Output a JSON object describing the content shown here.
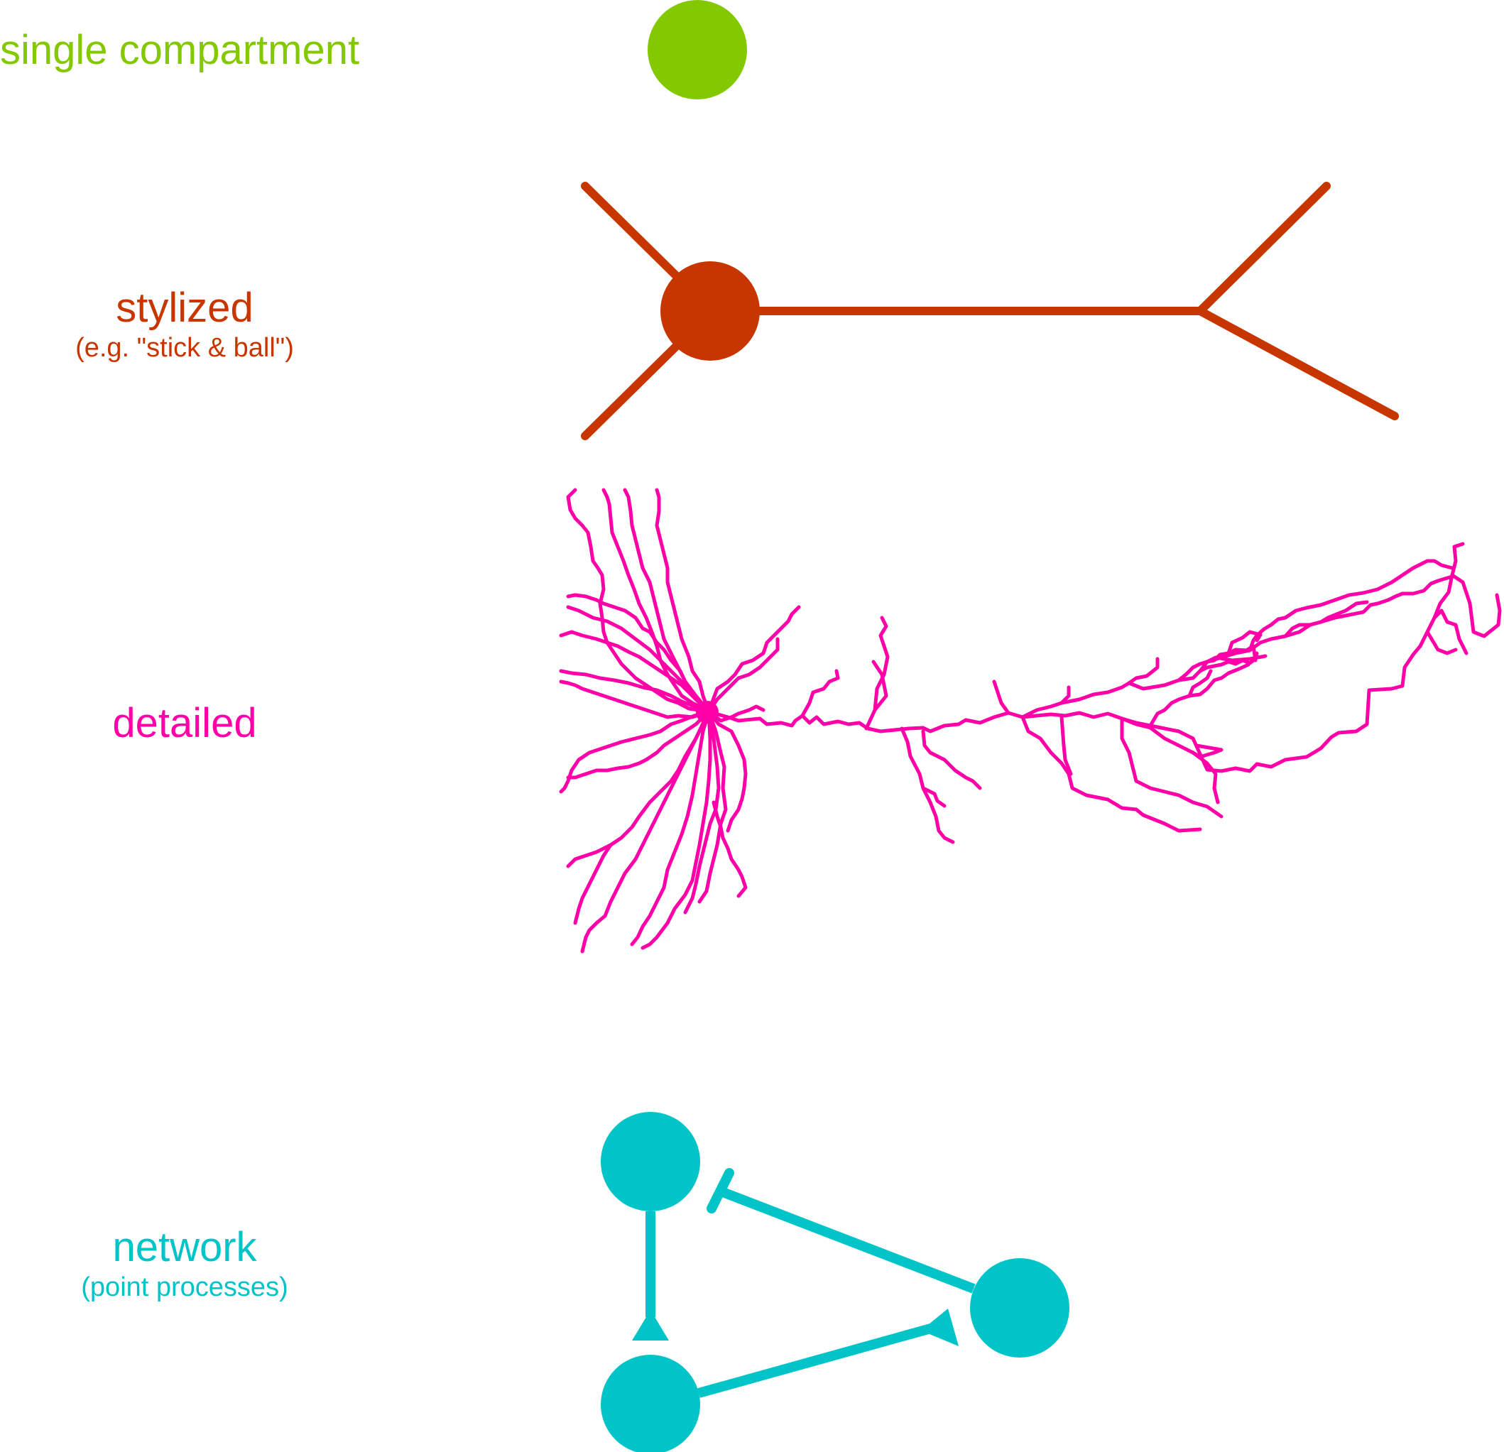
{
  "colors": {
    "single": "#84c800",
    "stylized": "#c83600",
    "detailed": "#ff00a8",
    "network": "#00c4c8"
  },
  "rows": {
    "single": {
      "title": "single compartment"
    },
    "stylized": {
      "title": "stylized",
      "subtitle": "(e.g. \"stick & ball\")"
    },
    "detailed": {
      "title": "detailed"
    },
    "network": {
      "title": "network",
      "subtitle": "(point processes)"
    }
  },
  "network": {
    "connections": [
      {
        "from": "top-left-neuron",
        "to": "bottom-left-neuron",
        "type": "excitatory"
      },
      {
        "from": "bottom-left-neuron",
        "to": "right-neuron",
        "type": "excitatory"
      },
      {
        "from": "right-neuron",
        "to": "top-left-neuron",
        "type": "inhibitory"
      }
    ]
  }
}
